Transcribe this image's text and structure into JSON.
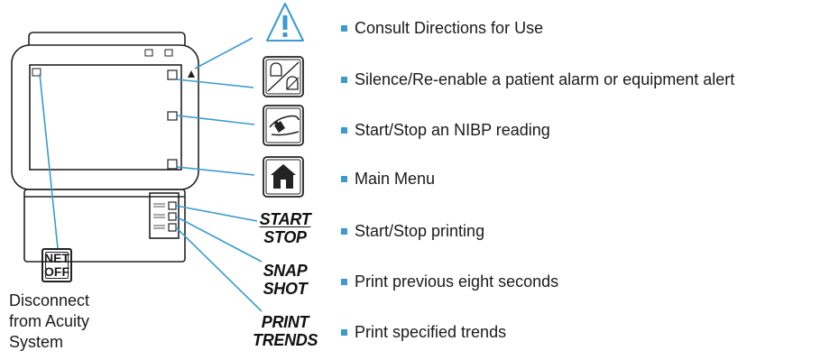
{
  "legend": [
    "Consult Directions for Use",
    "Silence/Re-enable a patient alarm or equipment alert",
    "Start/Stop an NIBP reading",
    "Main Menu",
    "Start/Stop printing",
    "Print previous eight seconds",
    "Print specified trends"
  ],
  "print_buttons": {
    "start_stop": [
      "START",
      "STOP"
    ],
    "snapshot": [
      "SNAP",
      "SHOT"
    ],
    "print_trends": [
      "PRINT",
      "TRENDS"
    ]
  },
  "net_off_key": {
    "line1": "NET",
    "line2": "OFF"
  },
  "disconnect_text": "Disconnect\nfrom Acuity\nSystem",
  "icons": [
    "warning-triangle-icon",
    "alarm-silence-icon",
    "nibp-cuff-icon",
    "home-icon"
  ],
  "colors": {
    "leader_line": "#3a9ad1",
    "bullet": "#3a9ad1",
    "outline": "#222222",
    "icon_yellow": "#e8c31c"
  }
}
